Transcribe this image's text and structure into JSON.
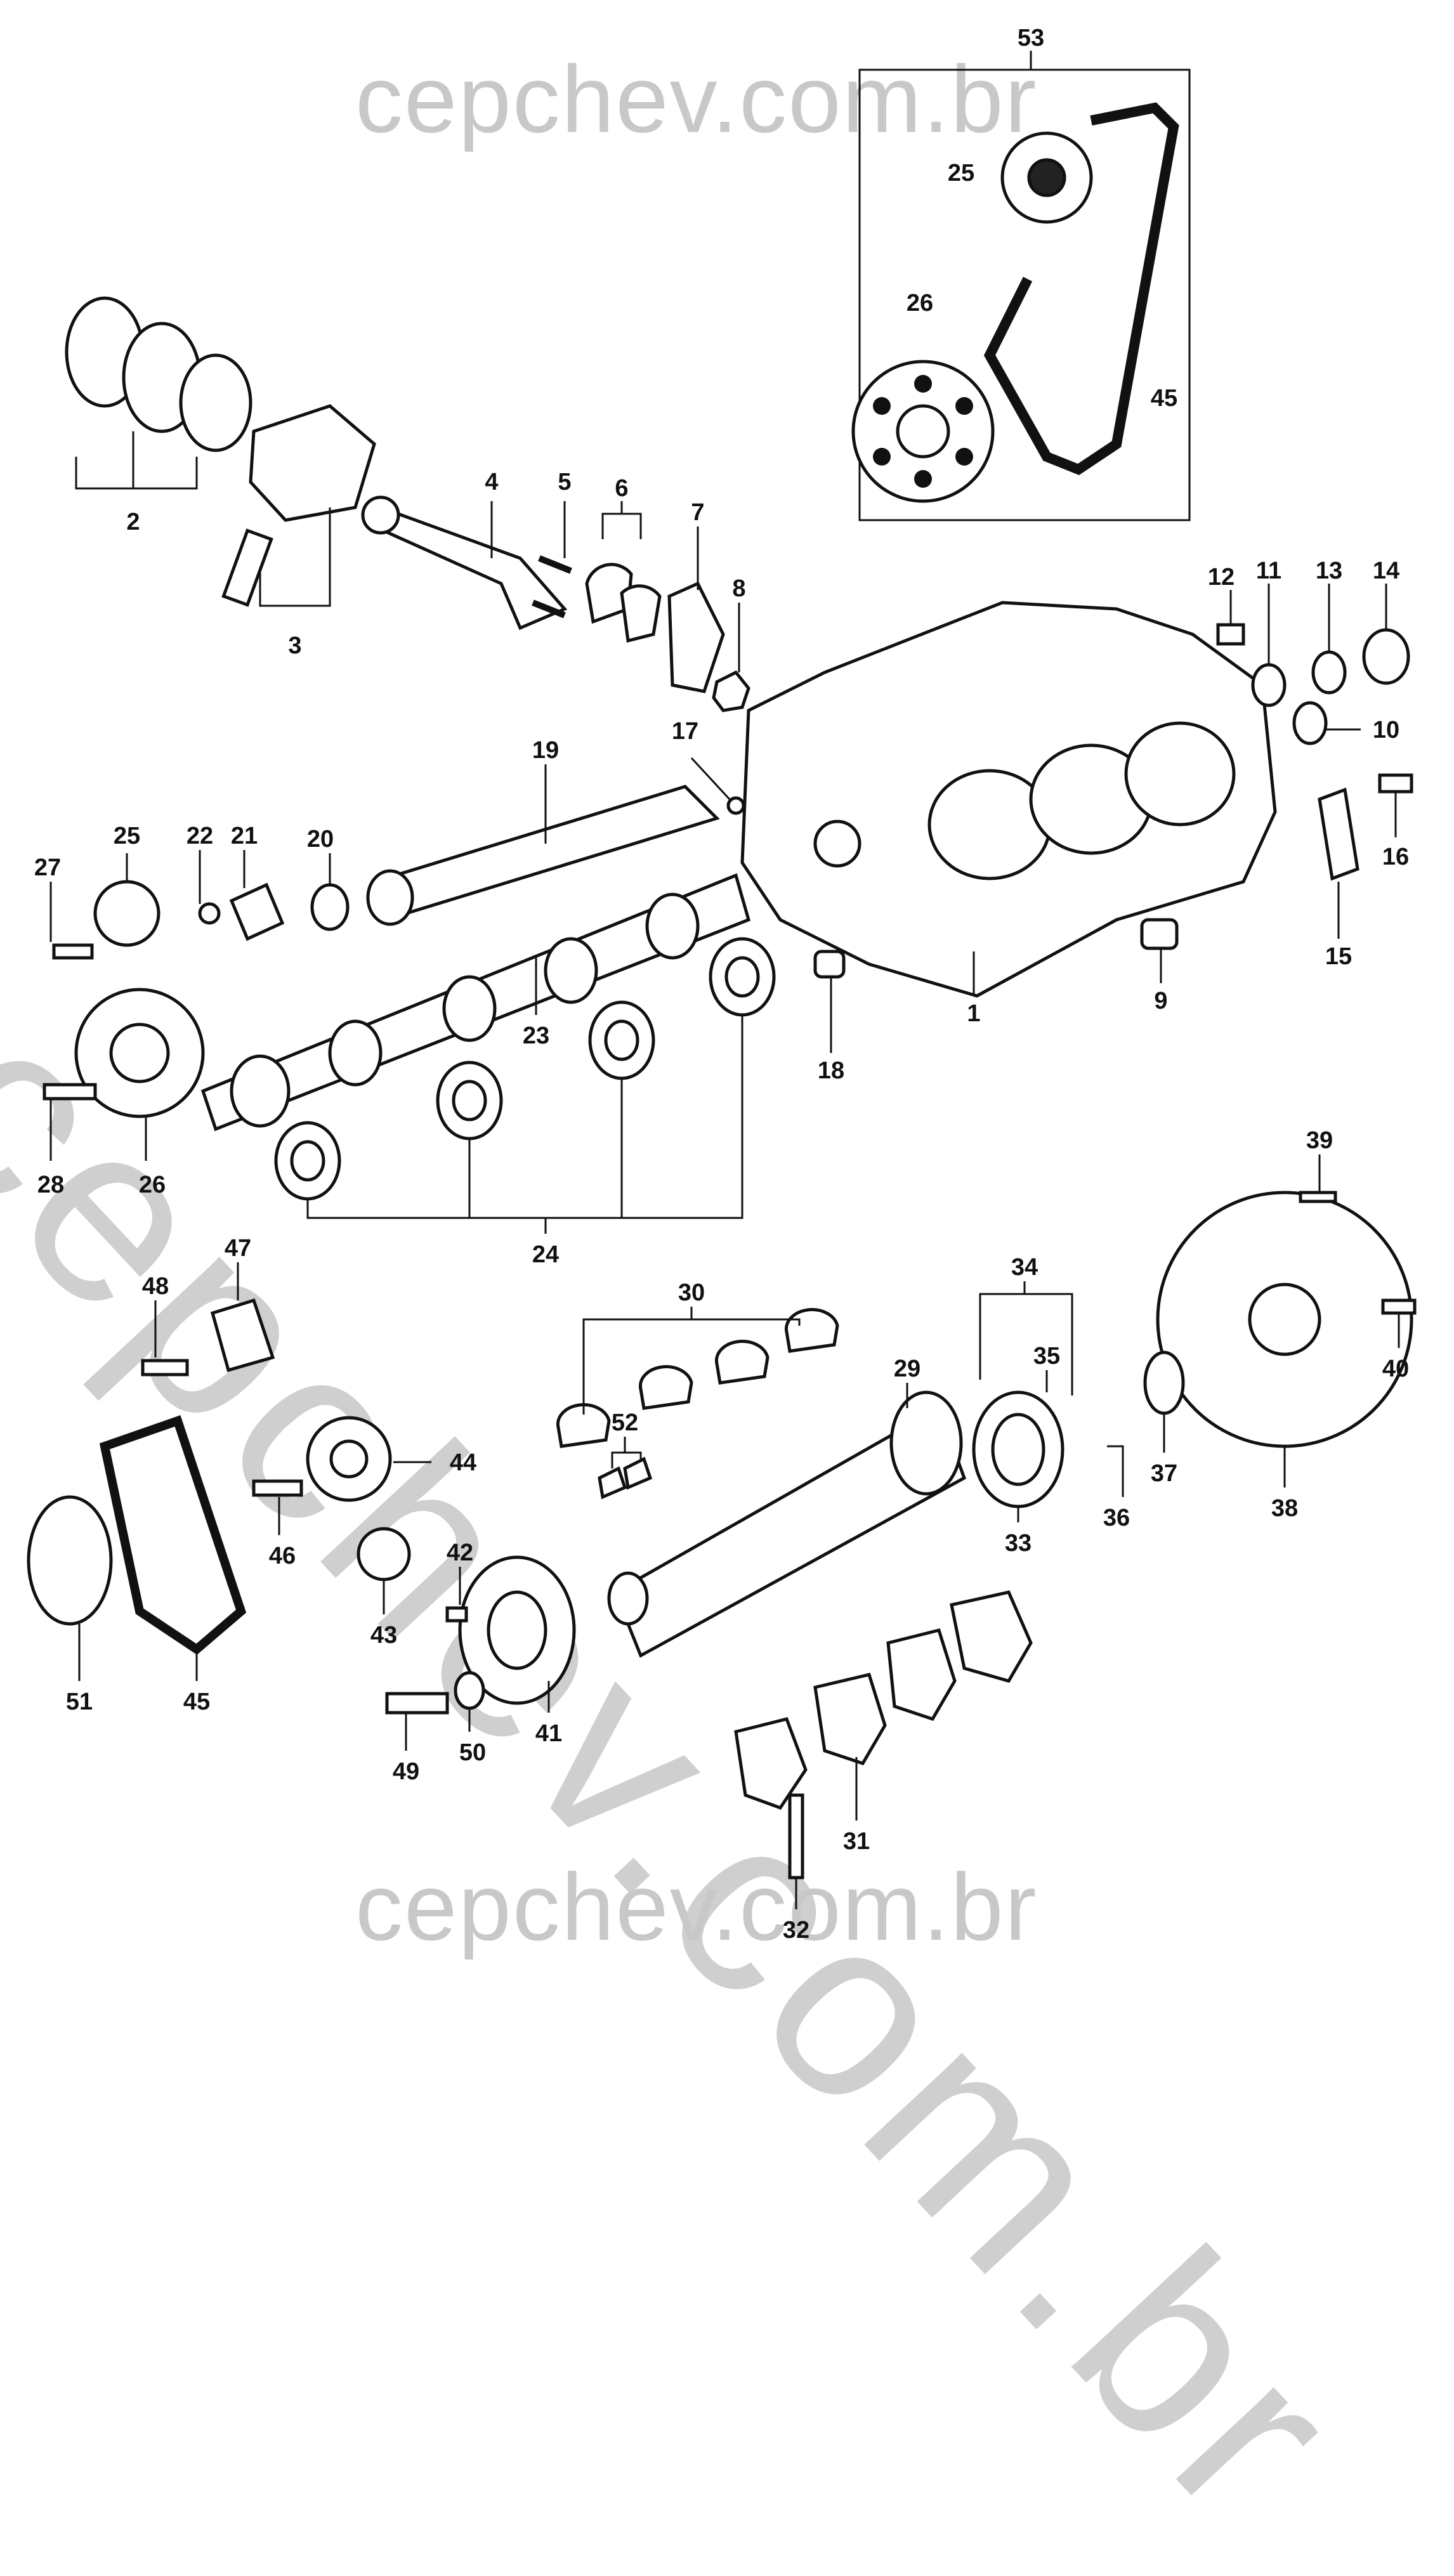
{
  "watermark": {
    "top": "cepchev.com.br",
    "bottom": "cepchev.com.br",
    "diagonal": "cepchev.com.br"
  },
  "callouts": [
    "53",
    "25",
    "26",
    "45",
    "2",
    "3",
    "4",
    "5",
    "6",
    "7",
    "8",
    "12",
    "11",
    "13",
    "14",
    "10",
    "16",
    "15",
    "9",
    "1",
    "17",
    "19",
    "18",
    "25",
    "22",
    "21",
    "20",
    "27",
    "23",
    "24",
    "28",
    "26",
    "39",
    "40",
    "38",
    "37",
    "36",
    "35",
    "34",
    "33",
    "29",
    "30",
    "48",
    "47",
    "44",
    "46",
    "52",
    "43",
    "42",
    "51",
    "45",
    "41",
    "49",
    "50",
    "31",
    "32"
  ]
}
